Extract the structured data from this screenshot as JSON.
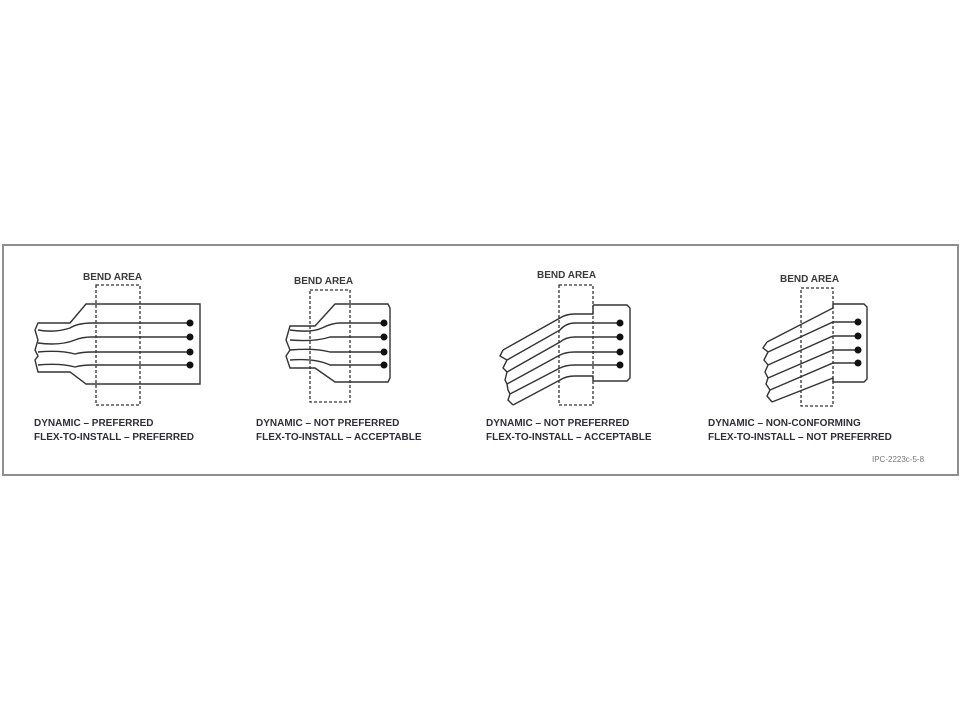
{
  "figure": {
    "id_label": "IPC-2223c-5-8",
    "panels": [
      {
        "bend_label": "BEND AREA",
        "caption_line1": "DYNAMIC – PREFERRED",
        "caption_line2": "FLEX-TO-INSTALL – PREFERRED"
      },
      {
        "bend_label": "BEND AREA",
        "caption_line1": "DYNAMIC – NOT PREFERRED",
        "caption_line2": "FLEX-TO-INSTALL – ACCEPTABLE"
      },
      {
        "bend_label": "BEND AREA",
        "caption_line1": "DYNAMIC – NOT PREFERRED",
        "caption_line2": "FLEX-TO-INSTALL – ACCEPTABLE"
      },
      {
        "bend_label": "BEND AREA",
        "caption_line1": "DYNAMIC – NON-CONFORMING",
        "caption_line2": "FLEX-TO-INSTALL – NOT PREFERRED"
      }
    ]
  },
  "colors": {
    "frame_border": "#8f8f8f",
    "line": "#333333",
    "text": "#2e2e3c"
  }
}
